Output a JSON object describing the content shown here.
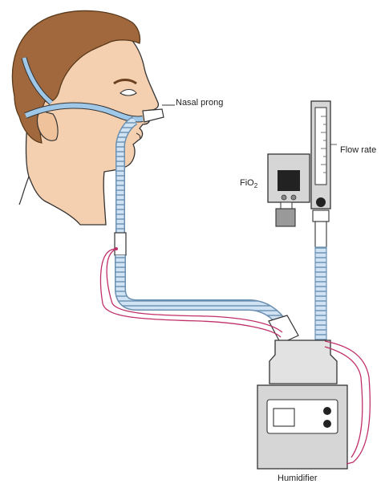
{
  "labels": {
    "nasal_prong": "Nasal prong",
    "flow_rate": "Flow rate",
    "fio2_main": "FiO",
    "fio2_sub": "2",
    "humidifier": "Humidifier"
  },
  "colors": {
    "skin": "#f5d0b0",
    "hair": "#a0683c",
    "strap": "#9fc8e8",
    "tube": "#cfe3f4",
    "tube_outline": "#6b8fb0",
    "wire": "#c0306a",
    "device_gray": "#d6d6d6",
    "outline": "#333333"
  }
}
